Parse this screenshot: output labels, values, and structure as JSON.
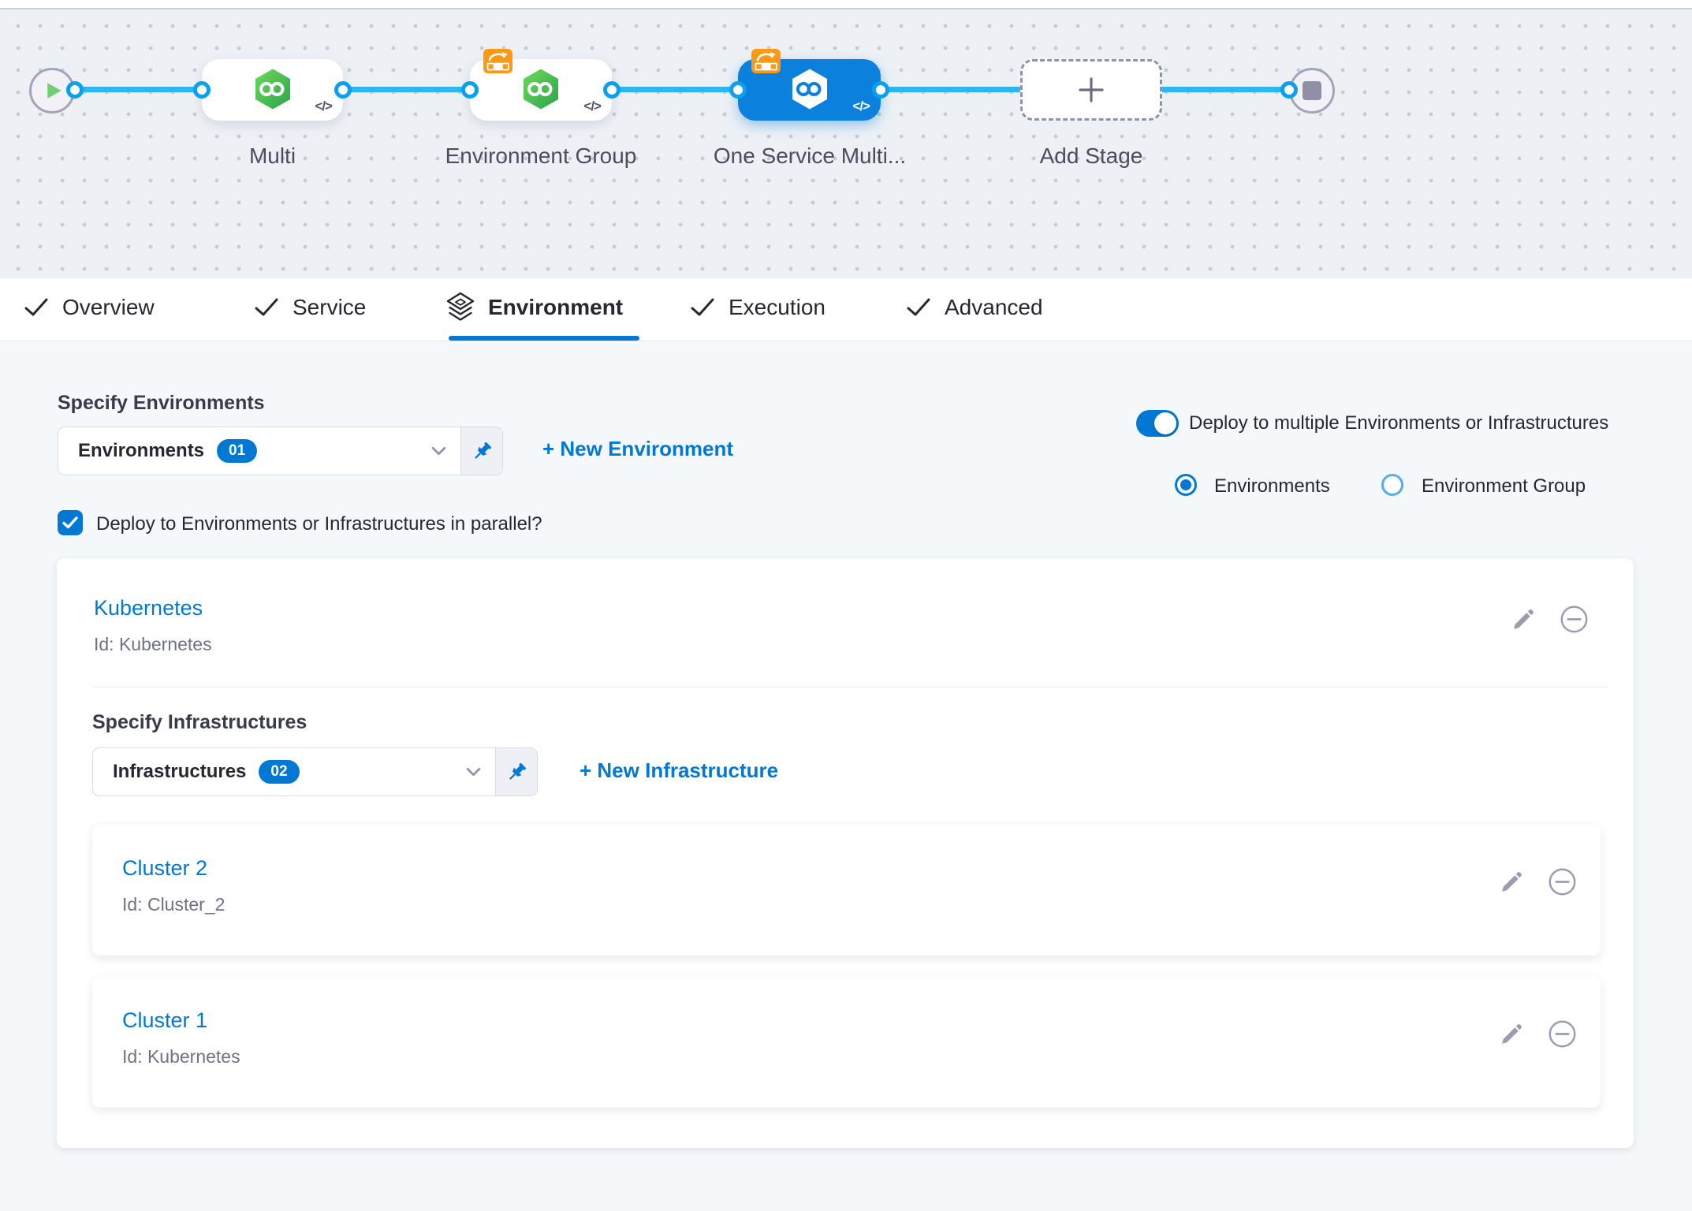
{
  "tabs": [
    {
      "label": "Overview",
      "icon": "check-icon",
      "active": false
    },
    {
      "label": "Service",
      "icon": "check-icon",
      "active": false
    },
    {
      "label": "Environment",
      "icon": "layers-icon",
      "active": true
    },
    {
      "label": "Execution",
      "icon": "check-icon",
      "active": false
    },
    {
      "label": "Advanced",
      "icon": "check-icon",
      "active": false
    }
  ],
  "pipeline": {
    "code_glyph": "</>",
    "stages": [
      {
        "label": "Multi",
        "selected": false,
        "logo": "harness-infinity-hexagon-icon",
        "badge": null
      },
      {
        "label": "Environment Group",
        "selected": false,
        "logo": "harness-infinity-hexagon-icon",
        "badge": "rollout-arrow-icon"
      },
      {
        "label": "One Service Multi...",
        "selected": true,
        "logo": "harness-infinity-hexagon-icon",
        "badge": "rollout-arrow-icon"
      }
    ],
    "add_stage_label": "Add Stage",
    "start_icon": "play-icon",
    "end_icon": "stop-square-icon"
  },
  "env": {
    "specify_environments_label": "Specify Environments",
    "environments_dropdown": {
      "value": "Environments",
      "count": "01",
      "pin_icon": "pin-icon",
      "chevron_icon": "chevron-down-icon"
    },
    "new_environment_label": "+ New Environment",
    "deploy_multiple_toggle": {
      "label": "Deploy to multiple Environments or Infrastructures",
      "on": true
    },
    "radio_environments": {
      "label": "Environments",
      "selected": true
    },
    "radio_environment_group": {
      "label": "Environment Group",
      "selected": false
    },
    "parallel_checkbox": {
      "label": "Deploy to Environments or Infrastructures in parallel?",
      "checked": true
    }
  },
  "card": {
    "name": "Kubernetes",
    "id": "Id: Kubernetes",
    "edit_icon": "pencil-icon",
    "remove_icon": "minus-circle-icon",
    "specify_infrastructures_label": "Specify Infrastructures",
    "infrastructures_dropdown": {
      "value": "Infrastructures",
      "count": "02",
      "pin_icon": "pin-icon",
      "chevron_icon": "chevron-down-icon"
    },
    "new_infrastructure_label": "+ New Infrastructure",
    "infrastructures": [
      {
        "name": "Cluster 2",
        "id": "Id: Cluster_2"
      },
      {
        "name": "Cluster 1",
        "id": "Id: Kubernetes"
      }
    ]
  },
  "colors": {
    "primary": "#0278d5",
    "connector_line": "#2bb7f2",
    "port_ring": "#0a9ff1",
    "selected_node": "#0b80dd",
    "stage_green": "#42b54d",
    "badge_orange": "#fb9a12",
    "icon_gray": "#9b9cb1"
  }
}
